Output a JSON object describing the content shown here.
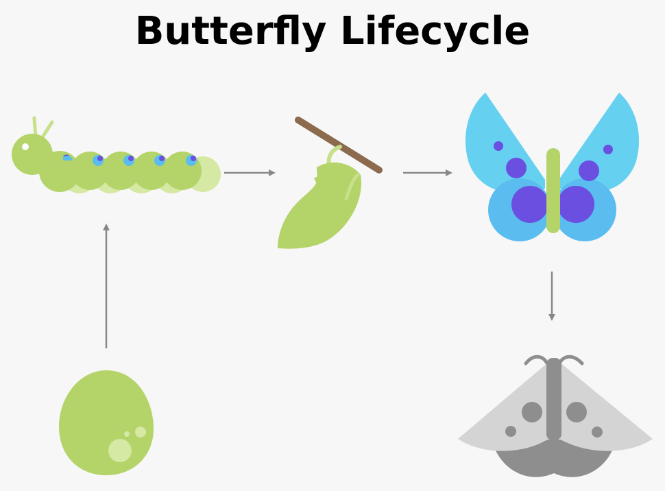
{
  "title": "Butterfly Lifecycle",
  "stages": [
    {
      "name": "egg",
      "icon": "egg-icon"
    },
    {
      "name": "caterpillar",
      "icon": "caterpillar-icon"
    },
    {
      "name": "chrysalis",
      "icon": "chrysalis-icon"
    },
    {
      "name": "butterfly",
      "icon": "butterfly-icon"
    },
    {
      "name": "moth",
      "icon": "moth-icon"
    }
  ],
  "colors": {
    "background": "#f7f7f7",
    "green": "#b4d46a",
    "green_light": "#c7e08a",
    "green_pale": "#d5e8a4",
    "blue_wing": "#66d0f0",
    "blue_wing_lower": "#5bbcef",
    "spot_purple": "#6a4fe0",
    "branch": "#8c6a4e",
    "moth_light": "#d4d4d4",
    "moth_dark": "#8e8e8e",
    "arrow": "#888888"
  }
}
